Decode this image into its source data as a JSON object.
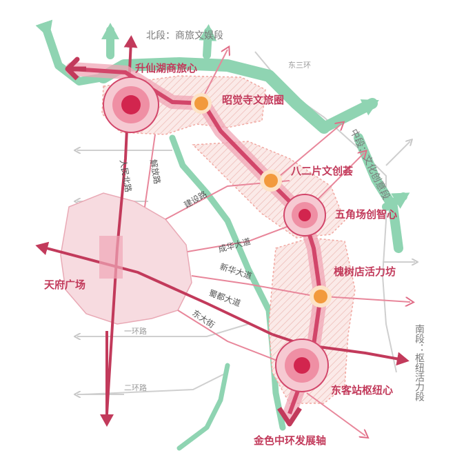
{
  "colors": {
    "accent_red": "#d94a6a",
    "green": "#8fd4b2",
    "road_gray": "#c8c8c8",
    "old_city": "#f7dbe0",
    "orange_node": "#f29a3c",
    "gray_text": "#7a7a7a"
  },
  "sections": {
    "north": "北段：商旅文娱段",
    "middle": "中段：文化创意段",
    "south": "南段：枢纽活力段"
  },
  "nodes": {
    "shengxianhu": "升仙湖商旅心",
    "zhaojuesi": "昭觉寺文旅圈",
    "erbapian": "八二片文创荟",
    "wujiaochang": "五角场创智心",
    "huaishudian": "槐树店活力坊",
    "dongkezhan": "东客站枢纽心"
  },
  "places": {
    "tianfu": "天府广场"
  },
  "roads": {
    "renmin": "人民北路",
    "jiefang": "解放路",
    "jianshe": "建设路",
    "chenghua": "成华大道",
    "xinhua": "新华大道",
    "shudu": "蜀都大道",
    "dongda": "东大街",
    "ring1": "一环路",
    "ring2": "二环路",
    "ring3": "东三环"
  },
  "axis": "金色中环发展轴"
}
